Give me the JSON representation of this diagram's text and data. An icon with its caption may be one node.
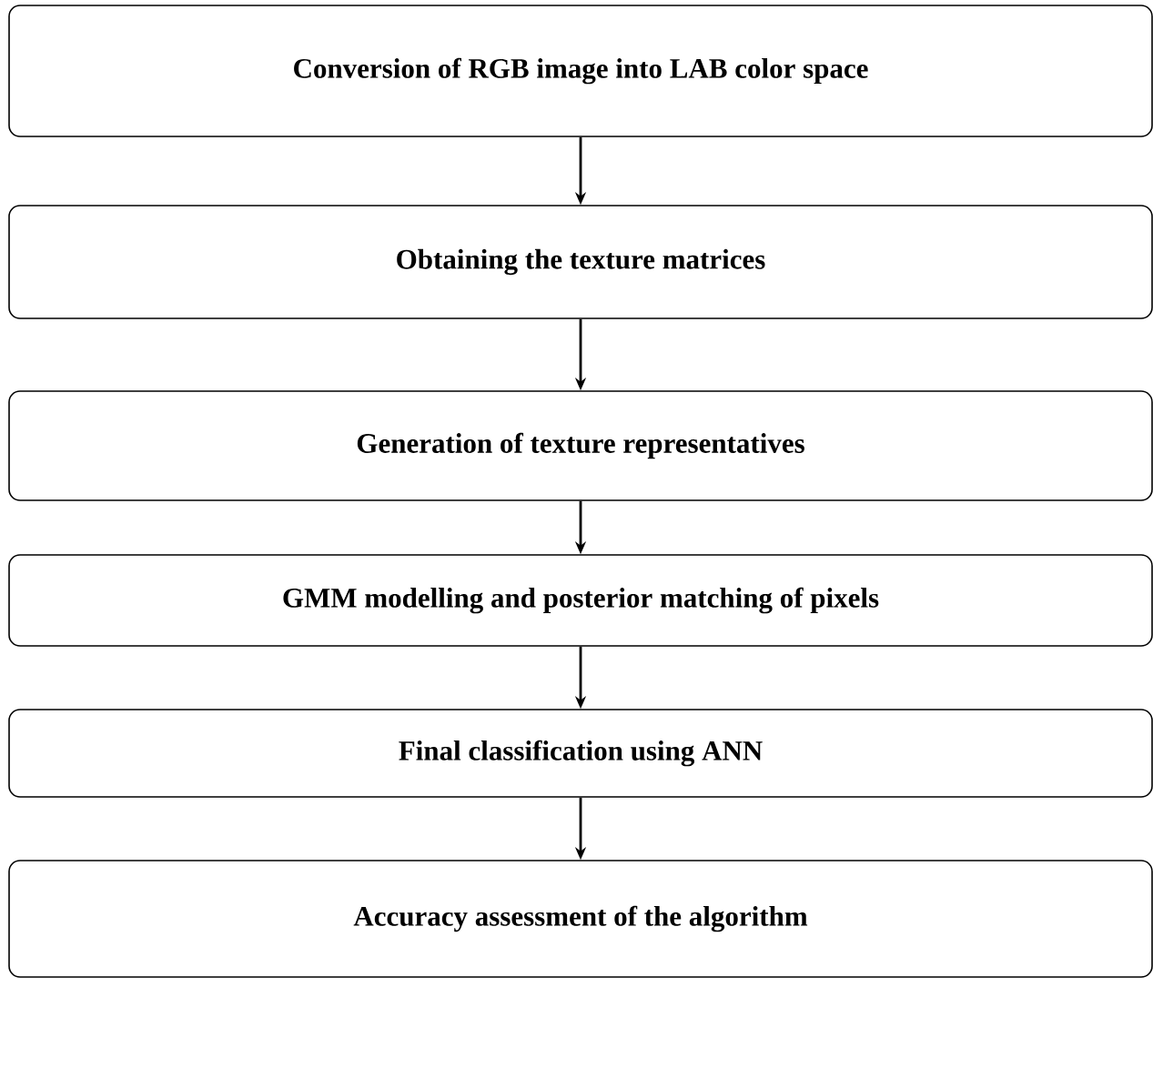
{
  "diagram": {
    "nodes": [
      {
        "text": [
          "Conversion of RGB image into LAB color space"
        ]
      },
      {
        "text": [
          "Obtaining the texture matrices"
        ]
      },
      {
        "text": [
          "Generation of texture representatives"
        ]
      },
      {
        "text": [
          "GMM modelling and posterior matching of pixels"
        ]
      },
      {
        "text": [
          "Final classification using ANN"
        ]
      },
      {
        "text": [
          "Accuracy assessment of the algorithm"
        ]
      }
    ],
    "edges": [
      {
        "from": 0,
        "to": 1,
        "arrow": "to"
      },
      {
        "from": 1,
        "to": 2,
        "arrow": "to"
      },
      {
        "from": 2,
        "to": 3,
        "arrow": "to"
      },
      {
        "from": 3,
        "to": 4,
        "arrow": "to"
      },
      {
        "from": 4,
        "to": 5,
        "arrow": "to"
      }
    ]
  }
}
